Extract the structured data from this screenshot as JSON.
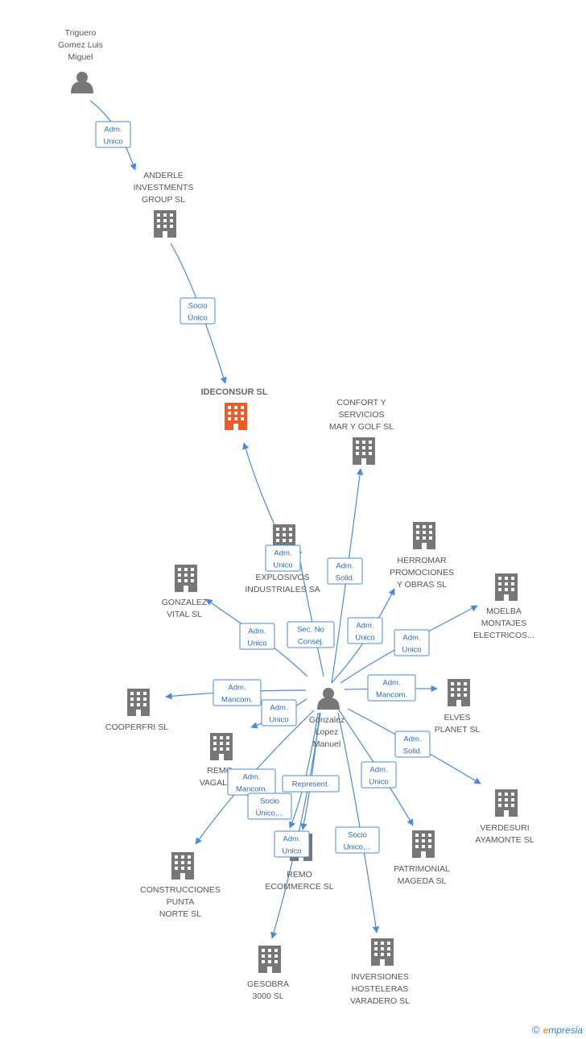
{
  "colors": {
    "edge": "#4a8ad8",
    "company": "#777777",
    "main_company": "#f05a28",
    "person": "#777777"
  },
  "nodes": [
    {
      "id": "triguero",
      "kind": "person",
      "label": [
        "Triguero",
        "Gomez Luis",
        "Miguel"
      ]
    },
    {
      "id": "anderle",
      "kind": "company",
      "label": [
        "ANDERLE",
        "INVESTMENTS",
        "GROUP SL"
      ]
    },
    {
      "id": "ideconsur",
      "kind": "main",
      "label": [
        "IDECONSUR SL"
      ]
    },
    {
      "id": "confort",
      "kind": "company",
      "label": [
        "CONFORT Y",
        "SERVICIOS",
        "MAR Y GOLF SL"
      ]
    },
    {
      "id": "explosivos",
      "kind": "company",
      "label": [
        "EXPLOSIVOS",
        "INDUSTRIALES SA"
      ]
    },
    {
      "id": "herromar",
      "kind": "company",
      "label": [
        "HERROMAR",
        "PROMOCIONES",
        "Y OBRAS SL"
      ]
    },
    {
      "id": "gonzalezvital",
      "kind": "company",
      "label": [
        "GONZALEZ",
        "VITAL SL"
      ]
    },
    {
      "id": "moelba",
      "kind": "company",
      "label": [
        "MOELBA",
        "MONTAJES",
        "ELECTRICOS..."
      ]
    },
    {
      "id": "cooperfri",
      "kind": "company",
      "label": [
        "COOPERFRI SL"
      ]
    },
    {
      "id": "gonzalezlopez",
      "kind": "person",
      "label": [
        "Gonzalez",
        "Lopez",
        "Manuel"
      ]
    },
    {
      "id": "elves",
      "kind": "company",
      "label": [
        "ELVES",
        "PLANET SL"
      ]
    },
    {
      "id": "removag",
      "kind": "company",
      "label": [
        "REMO",
        "VAGALU..."
      ]
    },
    {
      "id": "verdesuri",
      "kind": "company",
      "label": [
        "VERDESURI",
        "AYAMONTE SL"
      ]
    },
    {
      "id": "construcciones",
      "kind": "company",
      "label": [
        "CONSTRUCCIONES",
        "PUNTA",
        "NORTE SL"
      ]
    },
    {
      "id": "remoecom",
      "kind": "company",
      "label": [
        "REMO",
        "ECOMMERCE SL"
      ]
    },
    {
      "id": "patrimonial",
      "kind": "company",
      "label": [
        "PATRIMONIAL",
        "MAGEDA SL"
      ]
    },
    {
      "id": "gesobra",
      "kind": "company",
      "label": [
        "GESOBRA",
        "3000 SL"
      ]
    },
    {
      "id": "inversiones",
      "kind": "company",
      "label": [
        "INVERSIONES",
        "HOSTELERAS",
        "VARADERO SL"
      ]
    }
  ],
  "edges": [
    {
      "label": [
        "Adm.",
        "Unico"
      ]
    },
    {
      "label": [
        "Socio",
        "Único"
      ]
    },
    {
      "label": [
        "Adm.",
        "Unico"
      ]
    },
    {
      "label": [
        "Adm.",
        "Solid."
      ]
    },
    {
      "label": [
        "Adm.",
        "Unico"
      ]
    },
    {
      "label": [
        "Adm.",
        "Unico"
      ]
    },
    {
      "label": [
        "Sec.  No",
        "Consej."
      ]
    },
    {
      "label": [
        "Adm.",
        "Unico"
      ]
    },
    {
      "label": [
        "Adm.",
        "Mancom."
      ]
    },
    {
      "label": [
        "Adm.",
        "Mancom."
      ]
    },
    {
      "label": [
        "Adm.",
        "Unico"
      ]
    },
    {
      "label": [
        "Adm.",
        "Solid."
      ]
    },
    {
      "label": [
        "Adm.",
        "Mancom."
      ]
    },
    {
      "label": [
        "Represent."
      ]
    },
    {
      "label": [
        "Socio",
        "Único,..."
      ]
    },
    {
      "label": [
        "Adm.",
        "Unico"
      ]
    },
    {
      "label": [
        "Adm.",
        "Unico"
      ]
    },
    {
      "label": [
        "Socio",
        "Único,..."
      ]
    }
  ],
  "footer": {
    "copyright": "©",
    "brand_initial": "e",
    "brand_rest": "mpresia"
  }
}
